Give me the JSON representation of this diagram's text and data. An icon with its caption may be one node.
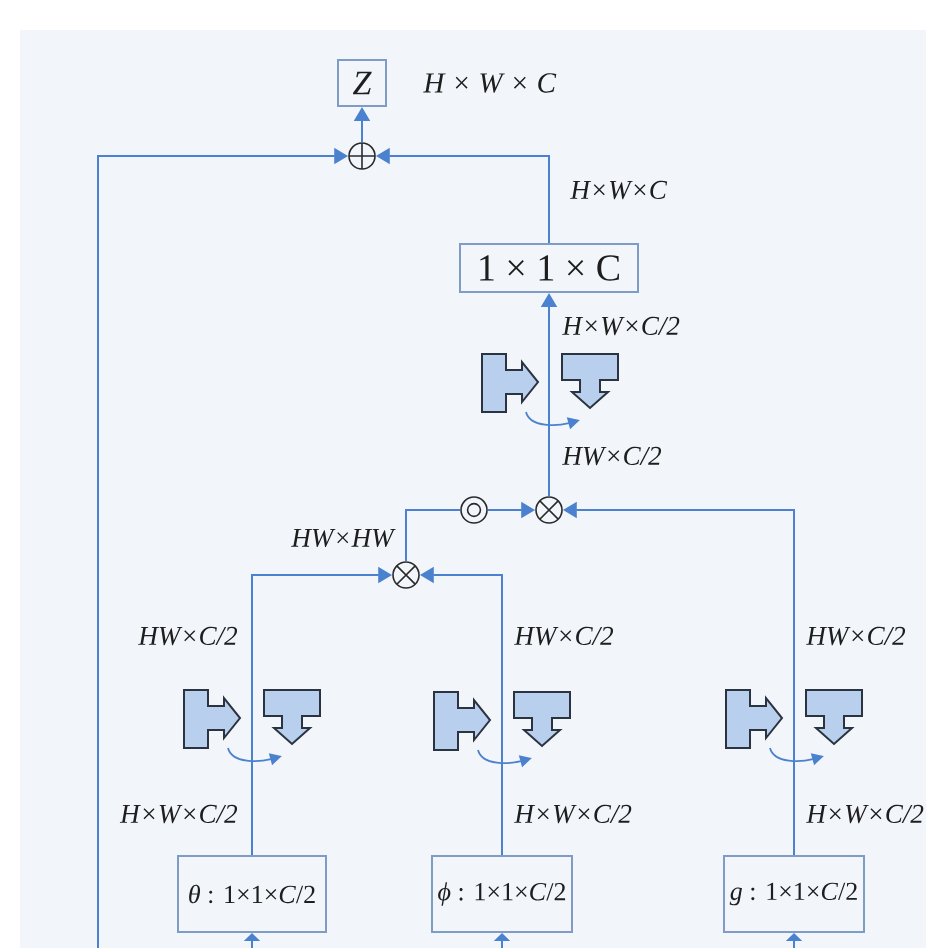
{
  "diagram": {
    "nodes": [
      {
        "text": [
          "Z"
        ],
        "beside": [
          "H × W × C"
        ]
      },
      {
        "text": [],
        "shape": "circle"
      },
      {
        "text": [
          "1 × 1 × C"
        ]
      },
      {
        "text": [],
        "shape": "circle"
      },
      {
        "text": [],
        "shape": "circle"
      },
      {
        "text": [],
        "shape": "circle"
      },
      {
        "text": [
          "*θ* : 1×1×*C*/2"
        ]
      },
      {
        "text": [
          "*ϕ* : 1×1×*C*/2"
        ]
      },
      {
        "text": [
          "*g* : 1×1×*C*/2"
        ]
      }
    ],
    "edges": [
      {
        "from": 1,
        "to": 0,
        "arrow": "to"
      },
      {
        "from": 2,
        "to": 1,
        "arrow": "to"
      },
      {
        "from": null,
        "to": 1,
        "arrow": "to"
      },
      {
        "from": 3,
        "to": 2,
        "arrow": "to"
      },
      {
        "from": 4,
        "to": 3,
        "arrow": "to"
      },
      {
        "from": 8,
        "to": 3,
        "arrow": "to"
      },
      {
        "from": 5,
        "to": 4,
        "arrow": "none"
      },
      {
        "from": 6,
        "to": 5,
        "arrow": "to"
      },
      {
        "from": 7,
        "to": 5,
        "arrow": "to"
      },
      {
        "from": null,
        "to": 6,
        "arrow": "to"
      },
      {
        "from": null,
        "to": 7,
        "arrow": "to"
      },
      {
        "from": null,
        "to": 8,
        "arrow": "to"
      }
    ],
    "labels": [
      "H×W×C",
      "H×W×C/2",
      "HW×C/2",
      "HW×HW",
      "HW×C/2",
      "HW×C/2",
      "HW×C/2",
      "H×W×C/2",
      "H×W×C/2",
      "H×W×C/2"
    ]
  }
}
